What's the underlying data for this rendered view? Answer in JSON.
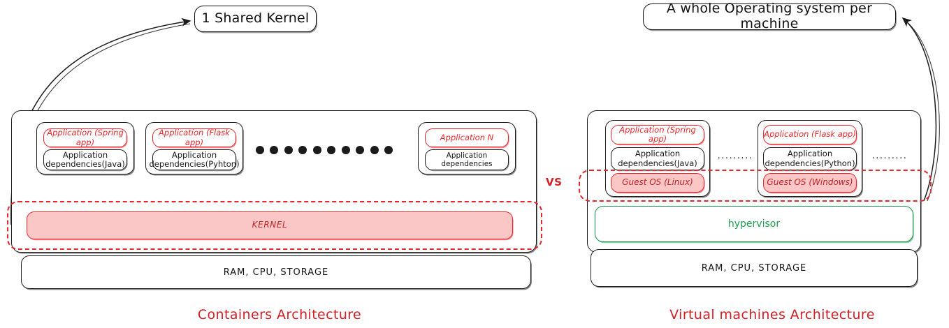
{
  "diagram": {
    "title_left": "Containers Architecture",
    "title_right": "Virtual machines Architecture",
    "vs_label": "VS"
  },
  "callouts": {
    "left": "1 Shared Kernel",
    "right": "A whole Operating system per machine"
  },
  "containers": {
    "stacks": [
      {
        "app": "Application (Spring app)",
        "deps": "Application\ndependencies(Java)"
      },
      {
        "app": "Application (Flask app)",
        "deps": "Application\ndependencies(Pyhton)"
      },
      {
        "app": "Application N",
        "deps": "Application dependencies"
      }
    ],
    "dots_count": 10,
    "kernel": "KERNEL",
    "hardware": "RAM, CPU, STORAGE"
  },
  "vms": {
    "stacks": [
      {
        "app": "Application (Spring app)",
        "deps": "Application\ndependencies(Java)",
        "guest_os": "Guest OS (Linux)"
      },
      {
        "app": "Application (Flask app)",
        "deps": "Application\ndependencies(Python)",
        "guest_os": "Guest OS (Windows)"
      }
    ],
    "ellipsis_mid": ".........",
    "ellipsis_right": ".........",
    "hypervisor": "hypervisor",
    "hardware": "RAM, CPU, STORAGE"
  },
  "colors": {
    "accent_red": "#e8262b",
    "caption_red": "#d21f24",
    "green": "#119246",
    "ink": "#1d1d1d",
    "red_fill": "#fbc6c6"
  }
}
